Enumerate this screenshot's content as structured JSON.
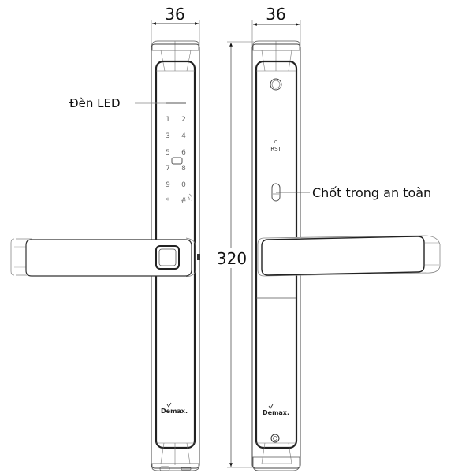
{
  "diagram": {
    "title": "Smart door lock technical drawing",
    "front_view": {
      "width_dimension": "36",
      "led_label": "Đèn LED",
      "keypad_keys": [
        "1",
        "2",
        "3",
        "4",
        "5",
        "6",
        "7",
        "8",
        "9",
        "0",
        "*",
        "#"
      ],
      "brand": "Demax."
    },
    "back_view": {
      "width_dimension": "36",
      "height_dimension": "320",
      "reset_label": "RST",
      "safety_latch_label": "Chốt trong an toàn",
      "brand": "Demax."
    }
  }
}
